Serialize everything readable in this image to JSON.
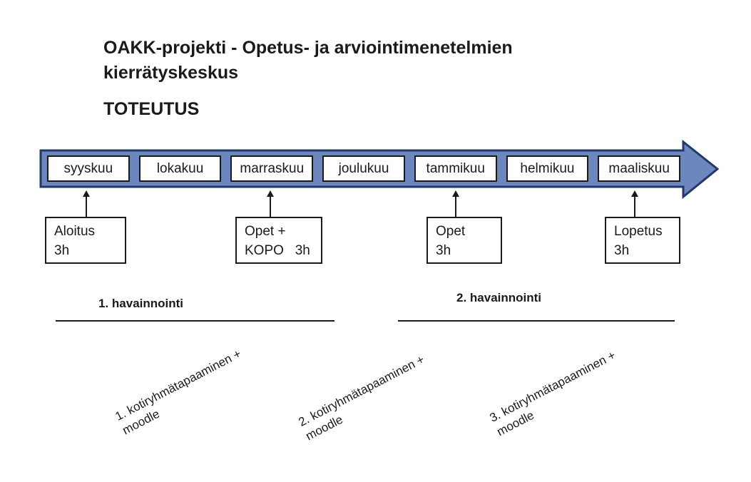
{
  "slide": {
    "title_line1": "OAKK-projekti - Opetus- ja arviointimenetelmien",
    "title_line2": "kierrätyskeskus",
    "section_title": "TOTEUTUS"
  },
  "timeline": {
    "months": [
      "syyskuu",
      "lokakuu",
      "marraskuu",
      "joulukuu",
      "tammikuu",
      "helmikuu",
      "maaliskuu"
    ],
    "arrow_fill": "#6b87bd",
    "arrow_border": "#22386a"
  },
  "events": [
    {
      "month": "syyskuu",
      "line1": "Aloitus",
      "line2": "3h"
    },
    {
      "month": "marraskuu",
      "line1": "Opet +",
      "line2": "KOPO   3h"
    },
    {
      "month": "tammikuu",
      "line1": "Opet",
      "line2": "3h"
    },
    {
      "month": "maaliskuu",
      "line1": "Lopetus",
      "line2": "3h"
    }
  ],
  "observations": [
    {
      "label": "1. havainnointi"
    },
    {
      "label": "2. havainnointi"
    }
  ],
  "meetings": [
    {
      "line1": "1. kotiryhmätapaaminen +",
      "line2": "moodle"
    },
    {
      "line1": "2. kotiryhmätapaaminen +",
      "line2": "moodle"
    },
    {
      "line1": "3. kotiryhmätapaaminen +",
      "line2": "moodle"
    }
  ]
}
